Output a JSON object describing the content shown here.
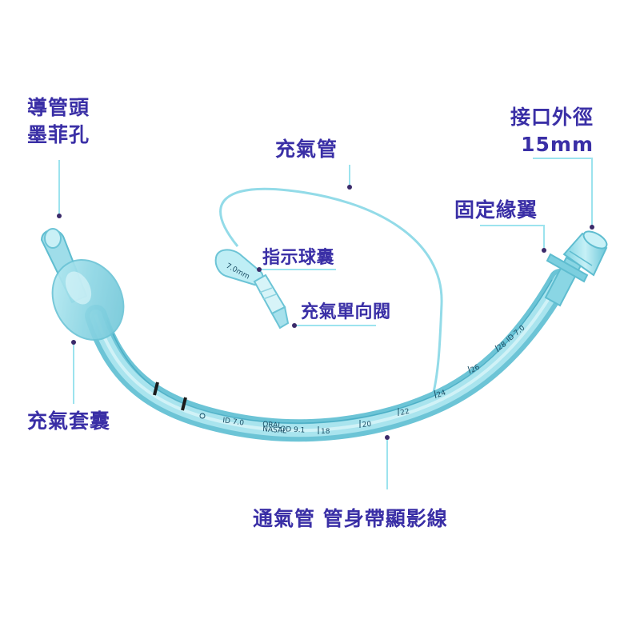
{
  "labels": {
    "tip_line1": "導管頭",
    "tip_line2": "墨菲孔",
    "inflation_tube": "充氣管",
    "connector_line1": "接口外徑",
    "connector_line2": "15mm",
    "flange": "固定緣翼",
    "pilot_balloon": "指示球囊",
    "check_valve": "充氣單向閥",
    "cuff": "充氣套囊",
    "tube_body": "通氣管 管身帶顯影線"
  },
  "tube_markings": {
    "id": "ID 7.0",
    "oral": "ORAL",
    "nasal": "NASAL",
    "od": "OD 9.1",
    "depth": [
      "18",
      "20",
      "22",
      "24",
      "26",
      "28"
    ],
    "id_near_connector": "ID 7.0",
    "pilot_size": "7.0mm"
  },
  "colors": {
    "label": "#3a2fa6",
    "leader": "#9ce3ee",
    "dot": "#3b2a6a",
    "tube": "#7fd0df",
    "tube_dark": "#3ea7bf"
  }
}
